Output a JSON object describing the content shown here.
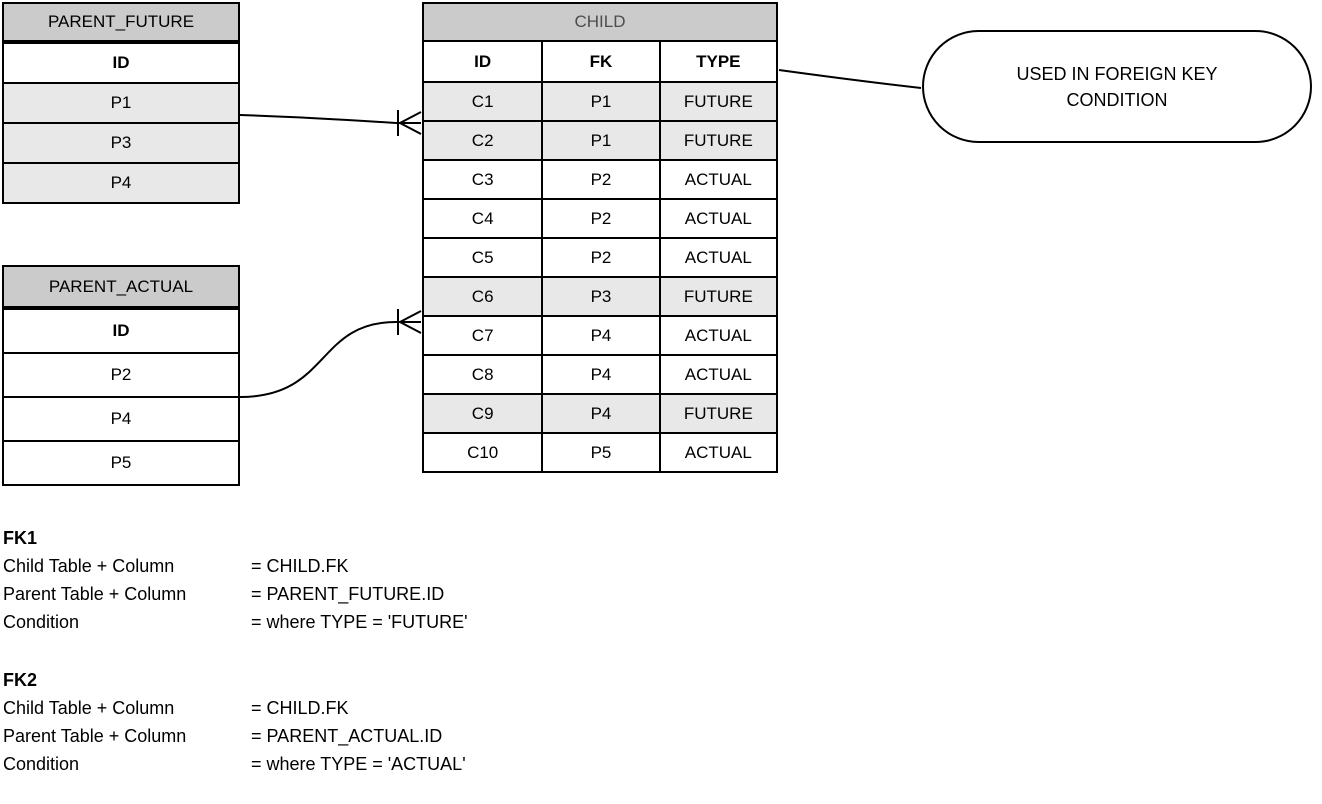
{
  "diagram": {
    "colors": {
      "table_header_fill": "#cbcbcb",
      "highlight_row_fill": "#e8e8e8",
      "border": "#000000",
      "child_title_text": "#4d4d4d"
    },
    "tables": {
      "parent_future": {
        "title": "PARENT_FUTURE",
        "column_header": "ID",
        "rows": [
          "P1",
          "P3",
          "P4"
        ],
        "rows_highlighted": [
          true,
          true,
          true
        ]
      },
      "parent_actual": {
        "title": "PARENT_ACTUAL",
        "column_header": "ID",
        "rows": [
          "P2",
          "P4",
          "P5"
        ],
        "rows_highlighted": [
          false,
          false,
          false
        ]
      },
      "child": {
        "title": "CHILD",
        "column_headers": [
          "ID",
          "FK",
          "TYPE"
        ],
        "rows": [
          {
            "id": "C1",
            "fk": "P1",
            "type": "FUTURE",
            "highlight": true
          },
          {
            "id": "C2",
            "fk": "P1",
            "type": "FUTURE",
            "highlight": true
          },
          {
            "id": "C3",
            "fk": "P2",
            "type": "ACTUAL",
            "highlight": false
          },
          {
            "id": "C4",
            "fk": "P2",
            "type": "ACTUAL",
            "highlight": false
          },
          {
            "id": "C5",
            "fk": "P2",
            "type": "ACTUAL",
            "highlight": false
          },
          {
            "id": "C6",
            "fk": "P3",
            "type": "FUTURE",
            "highlight": true
          },
          {
            "id": "C7",
            "fk": "P4",
            "type": "ACTUAL",
            "highlight": false
          },
          {
            "id": "C8",
            "fk": "P4",
            "type": "ACTUAL",
            "highlight": false
          },
          {
            "id": "C9",
            "fk": "P4",
            "type": "FUTURE",
            "highlight": true
          },
          {
            "id": "C10",
            "fk": "P5",
            "type": "ACTUAL",
            "highlight": false
          }
        ]
      }
    },
    "callout": {
      "text": "USED IN FOREIGN KEY CONDITION"
    },
    "notes": [
      {
        "heading": "FK1",
        "lines": [
          {
            "label": "Child Table + Column",
            "value": "= CHILD.FK"
          },
          {
            "label": "Parent Table + Column",
            "value": "= PARENT_FUTURE.ID"
          },
          {
            "label": "Condition",
            "value": "= where TYPE = 'FUTURE'"
          }
        ]
      },
      {
        "heading": "FK2",
        "lines": [
          {
            "label": "Child Table + Column",
            "value": "= CHILD.FK"
          },
          {
            "label": "Parent Table + Column",
            "value": "= PARENT_ACTUAL.ID"
          },
          {
            "label": "Condition",
            "value": "= where TYPE = 'ACTUAL'"
          }
        ]
      }
    ]
  }
}
